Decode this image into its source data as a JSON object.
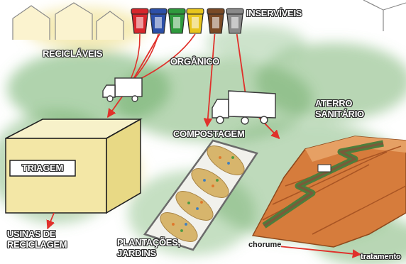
{
  "diagram": {
    "nodes": [
      {
        "text": [
          "RECICLÁVEIS"
        ]
      },
      {
        "text": [
          "ORGÂNICO"
        ]
      },
      {
        "text": [
          "INSERVÍVEIS"
        ]
      },
      {
        "text": [
          "TRIAGEM"
        ]
      },
      {
        "text": [
          "COMPOSTAGEM"
        ]
      },
      {
        "text": [
          "ATERRO SANITÁRIO"
        ]
      },
      {
        "text": [
          "USINAS DE RECICLAGEM"
        ]
      },
      {
        "text": [
          "chorume"
        ]
      },
      {
        "text": [
          "tratamento"
        ]
      }
    ],
    "edges": [
      {
        "from": 0,
        "to": 3,
        "arrow": "to"
      },
      {
        "from": 1,
        "to": 4,
        "arrow": "to"
      },
      {
        "from": 2,
        "to": 5,
        "arrow": "to"
      },
      {
        "from": 3,
        "to": 6,
        "arrow": "to"
      },
      {
        "from": 7,
        "to": 8,
        "arrow": "to"
      }
    ],
    "labels": [
      "PLANTAÇÕES, JARDINS"
    ]
  }
}
